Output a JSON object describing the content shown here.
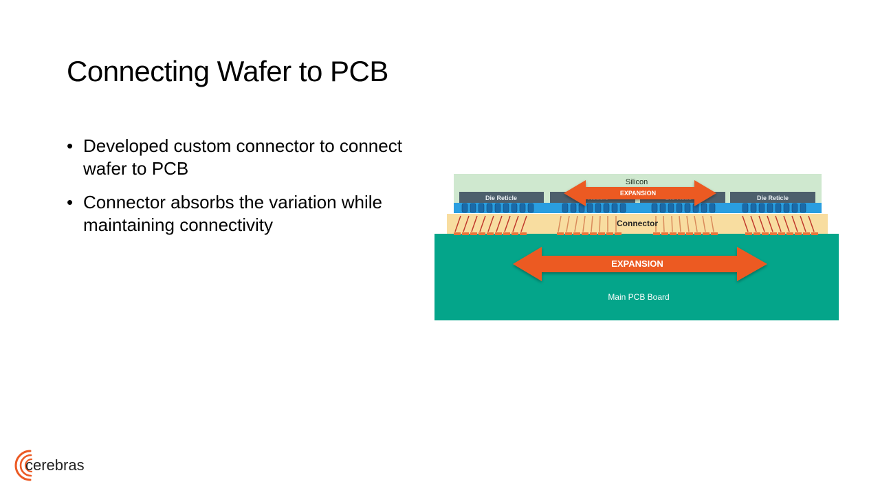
{
  "slide": {
    "title": "Connecting Wafer to PCB",
    "bullets": [
      "Developed custom connector to connect wafer to PCB",
      "Connector absorbs the variation while maintaining connectivity"
    ]
  },
  "diagram": {
    "silicon_label": "Silicon",
    "die_reticle_labels": [
      "Die Reticle",
      "Reticle",
      "Die Retic",
      "Die Reticle"
    ],
    "top_expansion_label": "EXPANSION",
    "connector_label": "Connector",
    "pcb_expansion_label": "EXPANSION",
    "pcb_label": "Main PCB Board",
    "colors": {
      "silicon": "#cfe8cf",
      "reticle": "#4d5f6c",
      "bumps": "#2a9ee0",
      "connector": "#f8dda0",
      "pcb": "#04a58a",
      "expansion_arrow": "#ec5a24"
    }
  },
  "logo": {
    "text": "cerebras"
  }
}
